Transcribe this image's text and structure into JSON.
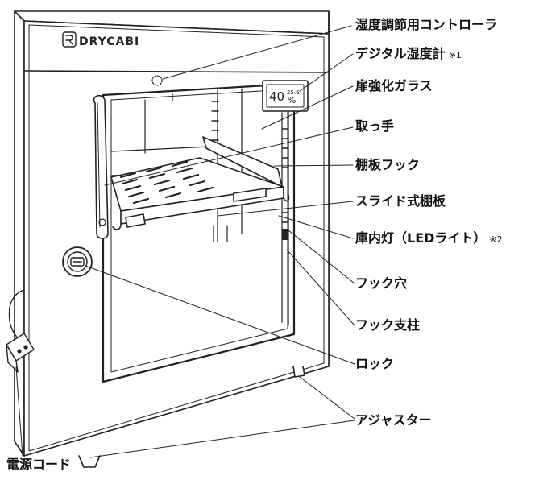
{
  "brand": "DRYCABI",
  "hygrometer": {
    "value": "40",
    "unit": "%",
    "temp": "25.6"
  },
  "labels": {
    "controller": "湿度調節用コントローラ",
    "hygrometer": "デジタル湿度計",
    "hygrometer_note": "※1",
    "glass": "扉強化ガラス",
    "handle": "取っ手",
    "shelf_hook": "棚板フック",
    "slide_shelf": "スライド式棚板",
    "light": "庫内灯（LEDライト）",
    "light_note": "※2",
    "hook_hole": "フック穴",
    "hook_post": "フック支柱",
    "lock": "ロック",
    "adjuster": "アジャスター",
    "power_cord": "電源コード"
  }
}
